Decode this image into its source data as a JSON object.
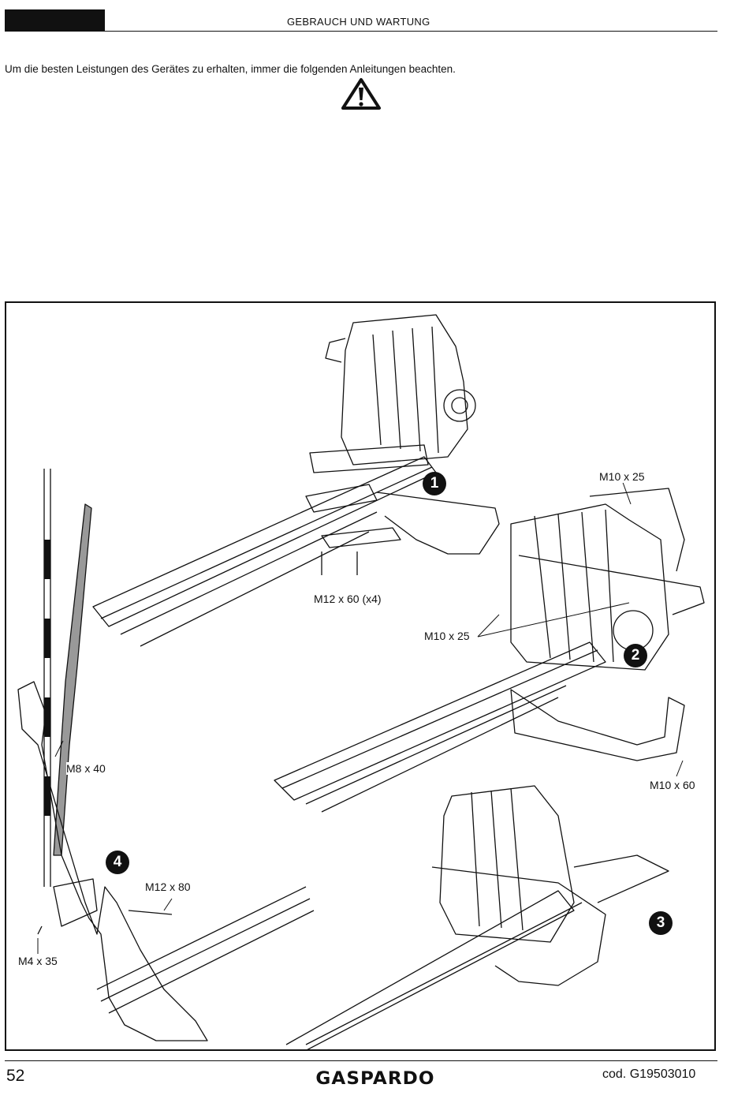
{
  "header": {
    "title": "GEBRAUCH UND WARTUNG"
  },
  "intro": "Um die besten Leistungen des Gerätes zu erhalten, immer die folgenden Anleitungen beachten.",
  "figure": {
    "labels": {
      "m10x25_top": "M10 x 25",
      "m12x60": "M12 x 60 (x4)",
      "m10x25_mid": "M10 x 25",
      "m8x40": "M8 x 40",
      "m10x60": "M10 x 60",
      "m12x80": "M12 x 80",
      "m4x35": "M4 x 35"
    },
    "steps": {
      "s1": "1",
      "s2": "2",
      "s3": "3",
      "s4": "4"
    }
  },
  "footer": {
    "page": "52",
    "brand": "GASPARDO",
    "code": "cod.  G19503010"
  }
}
